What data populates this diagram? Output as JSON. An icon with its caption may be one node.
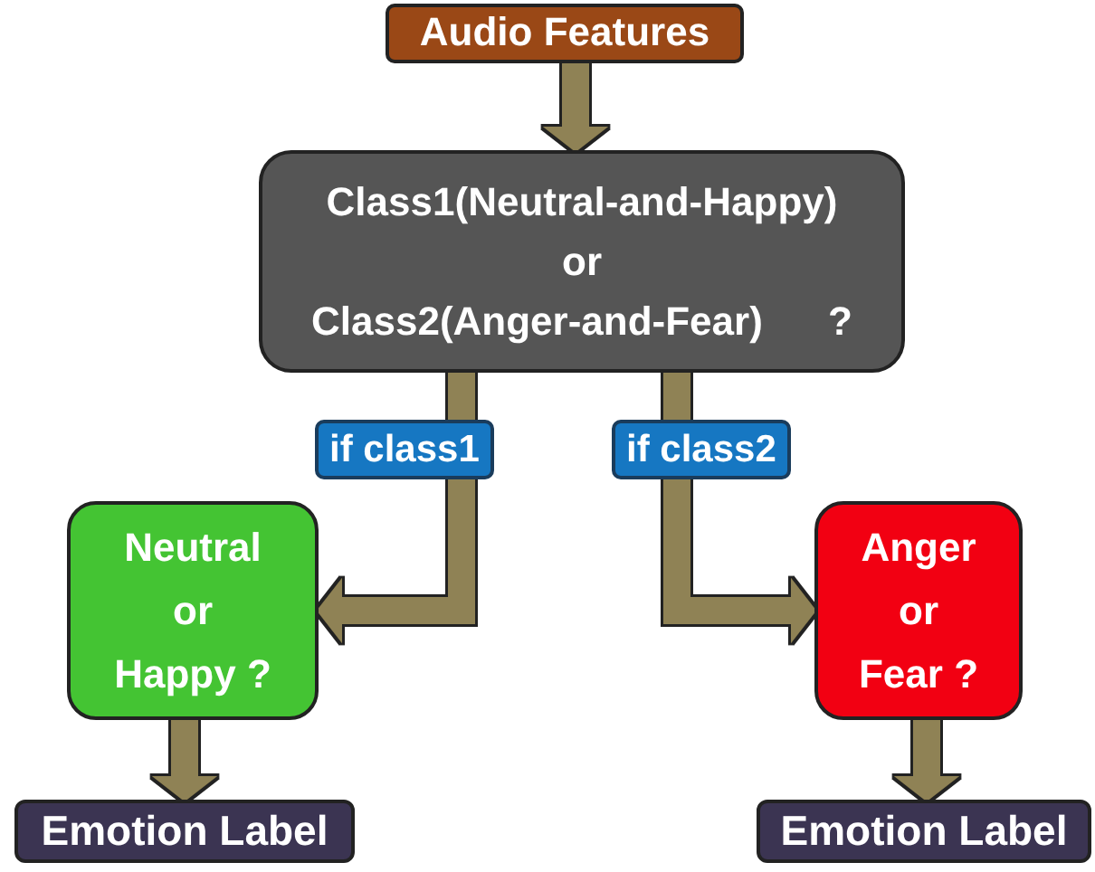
{
  "diagram": {
    "nodes": [
      {
        "text": [
          "Audio Features"
        ]
      },
      {
        "text": [
          "Class1(Neutral-and-Happy) or Class2(Anger-and-Fear) ?"
        ]
      },
      {
        "text": [
          "Neutral or Happy ?"
        ]
      },
      {
        "text": [
          "Anger or Fear ?"
        ]
      },
      {
        "text": [
          "Emotion Label"
        ]
      },
      {
        "text": [
          "Emotion Label"
        ]
      }
    ],
    "edges": [
      {
        "from": 0,
        "to": 1,
        "arrow": "to"
      },
      {
        "from": 1,
        "to": 2,
        "arrow": "to",
        "label": "if class1"
      },
      {
        "from": 1,
        "to": 3,
        "arrow": "to",
        "label": "if class2"
      },
      {
        "from": 2,
        "to": 4,
        "arrow": "to"
      },
      {
        "from": 3,
        "to": 5,
        "arrow": "to"
      }
    ]
  }
}
